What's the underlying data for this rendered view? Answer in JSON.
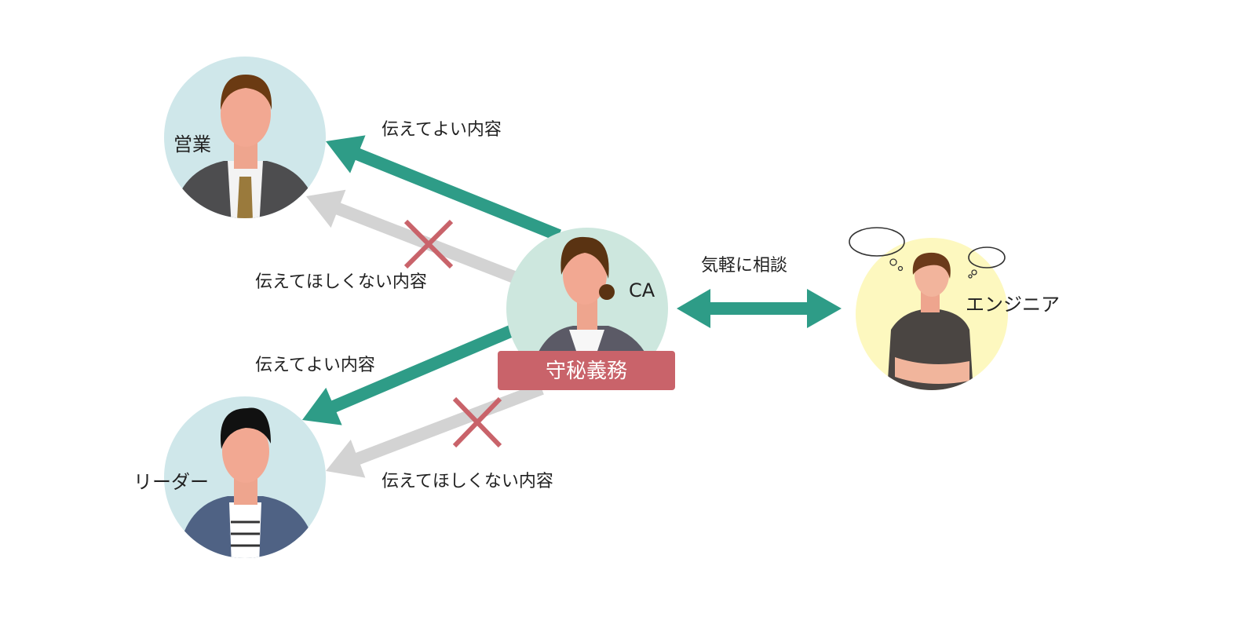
{
  "people": {
    "sales": {
      "label": "営業"
    },
    "ca": {
      "label": "CA",
      "badge": "守秘義務"
    },
    "leader": {
      "label": "リーダー"
    },
    "engineer": {
      "label": "エンジニア"
    }
  },
  "arrows": {
    "to_sales_ok": "伝えてよい内容",
    "to_sales_ng": "伝えてほしくない内容",
    "to_leader_ok": "伝えてよい内容",
    "to_leader_ng": "伝えてほしくない内容",
    "consult": "気軽に相談"
  },
  "colors": {
    "teal": "#2e9c87",
    "gray": "#d3d3d3",
    "red": "#c9636a",
    "circle_blue": "#cfe7ea",
    "circle_green": "#cde7de",
    "circle_yellow": "#fdf8bf"
  }
}
